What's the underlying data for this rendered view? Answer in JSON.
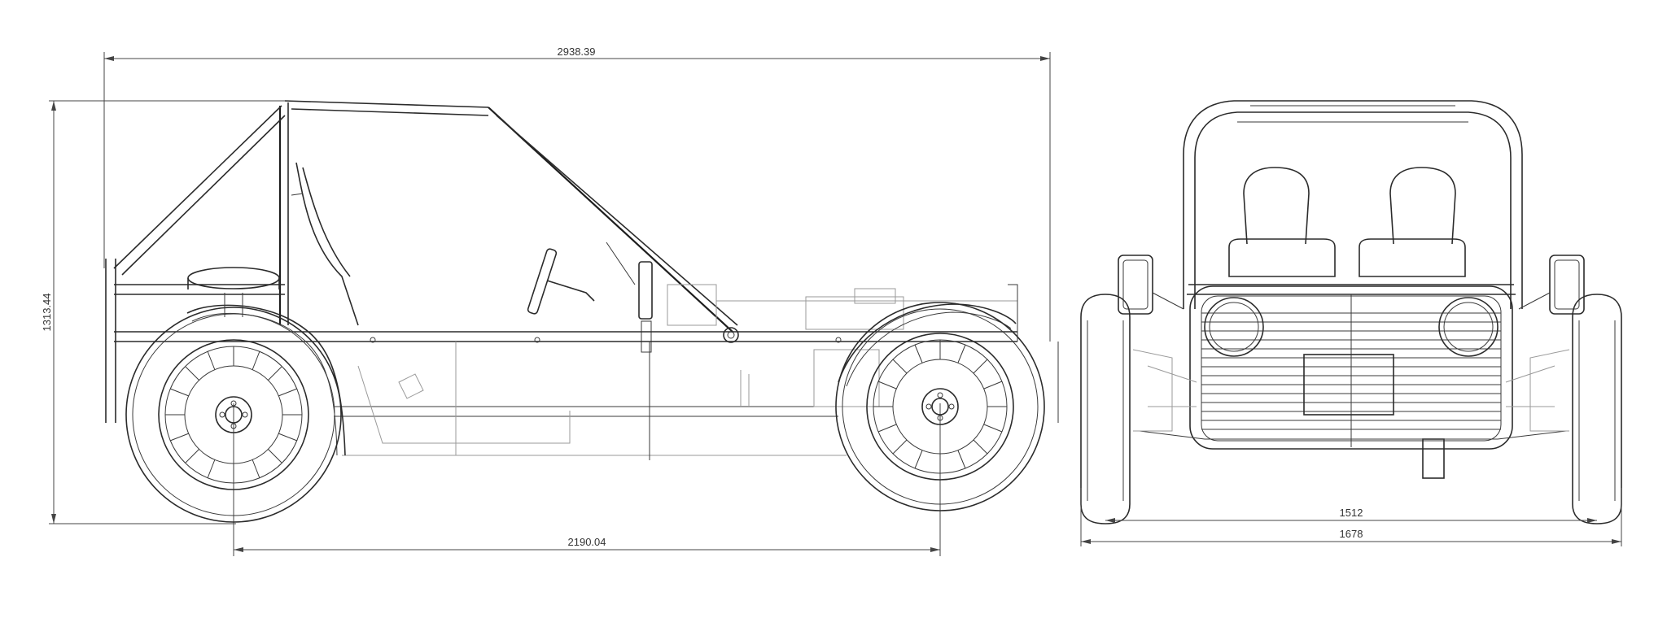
{
  "drawing": {
    "side_view": {
      "overall_length_label": "2938.39",
      "overall_height_label": "1313.44",
      "wheelbase_label": "2190.04"
    },
    "front_view": {
      "track_width_label": "1512",
      "overall_width_label": "1678"
    }
  },
  "colors": {
    "line": "#2b2b2b",
    "faint": "#9a9a9a",
    "background": "#ffffff"
  }
}
